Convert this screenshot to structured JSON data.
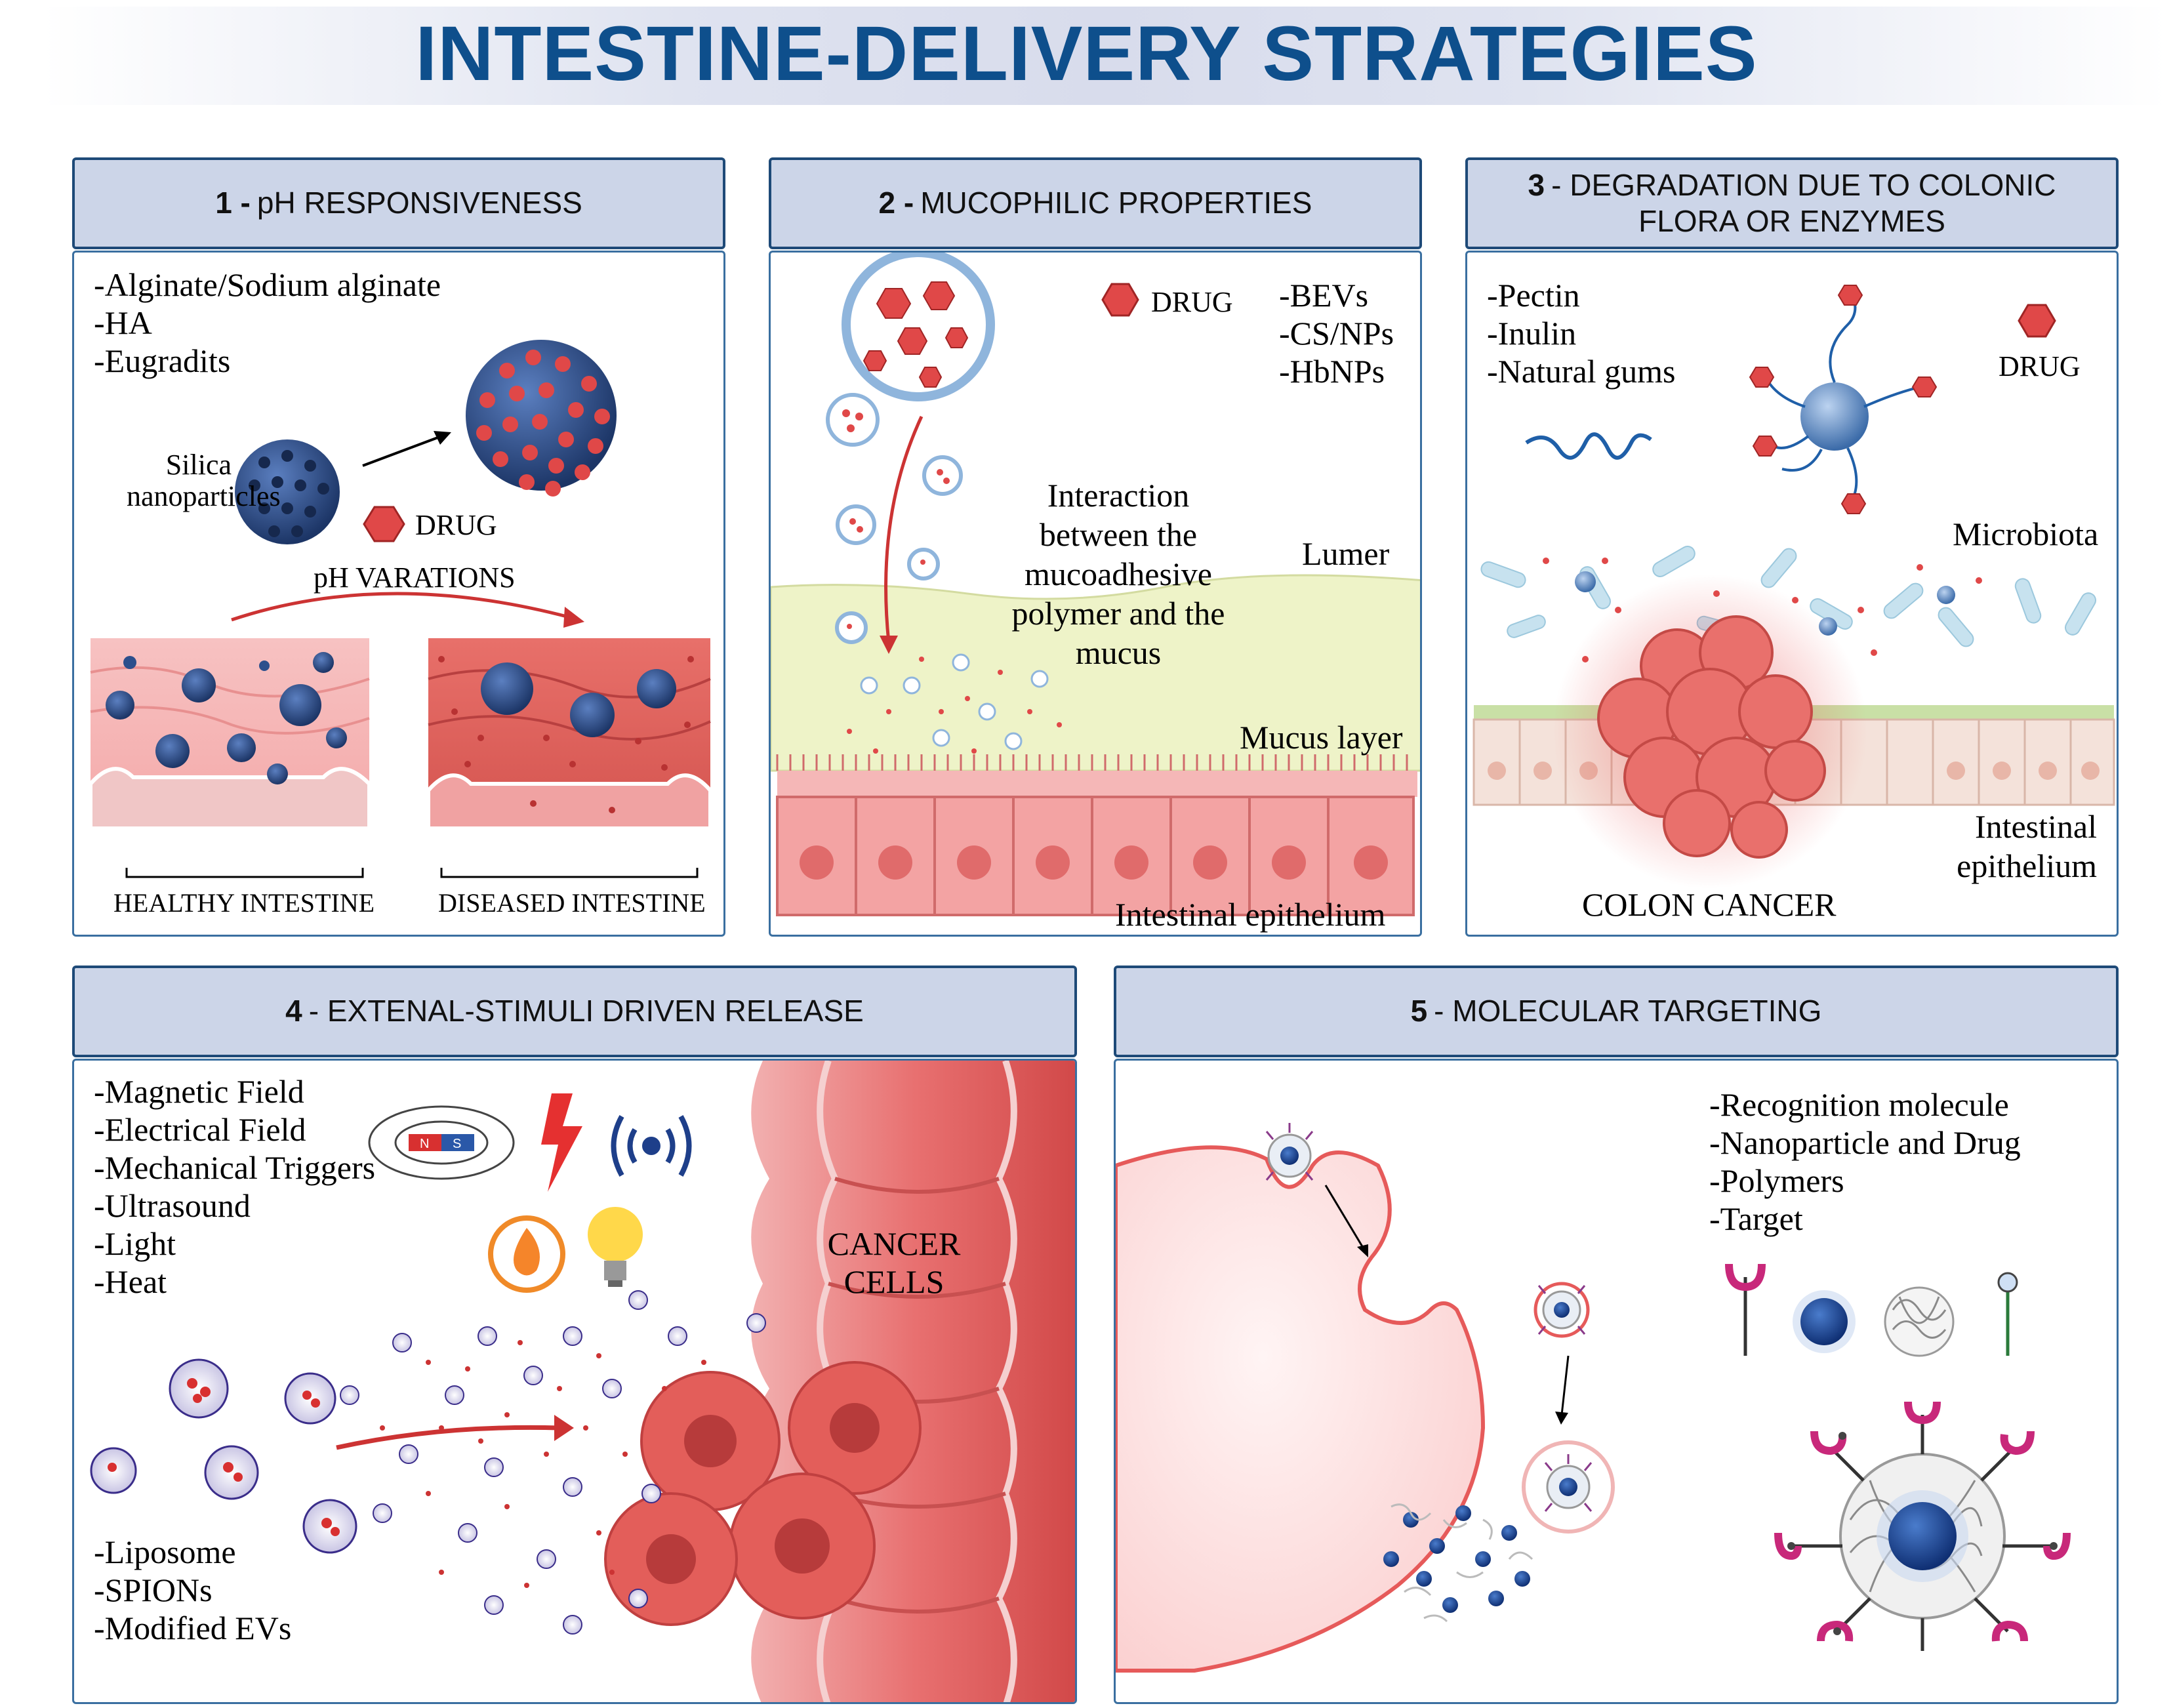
{
  "title": "INTESTINE-DELIVERY STRATEGIES",
  "panels": {
    "p1": {
      "num": "1 -",
      "title": "pH RESPONSIVENESS",
      "items": [
        "-Alginate/Sodium alginate",
        "-HA",
        "-Eugradits"
      ],
      "silica_label_1": "Silica",
      "silica_label_2": "nanoparticles",
      "drug_label": "DRUG",
      "ph_label": "pH VARATIONS",
      "healthy_label": "HEALTHY INTESTINE",
      "diseased_label": "DISEASED  INTESTINE"
    },
    "p2": {
      "num": "2 -",
      "title": "MUCOPHILIC PROPERTIES",
      "drug_label": "DRUG",
      "items": [
        "-BEVs",
        "-CS/NPs",
        "-HbNPs"
      ],
      "interaction_lines": [
        "Interaction",
        "between the",
        "mucoadhesive",
        "polymer and the",
        "mucus"
      ],
      "lumer_label": "Lumer",
      "mucus_label": "Mucus layer",
      "epithelium_label": "Intestinal epithelium"
    },
    "p3": {
      "num": "3",
      "title_line1": "- DEGRADATION DUE TO COLONIC",
      "title_line2": "FLORA OR ENZYMES",
      "items": [
        "-Pectin",
        "-Inulin",
        "-Natural gums"
      ],
      "drug_label": "DRUG",
      "microbiota_label": "Microbiota",
      "epithelium_line1": "Intestinal",
      "epithelium_line2": "epithelium",
      "cancer_label": "COLON CANCER"
    },
    "p4": {
      "num": "4",
      "title": "- EXTENAL-STIMULI DRIVEN RELEASE",
      "items": [
        "-Magnetic Field",
        "-Electrical Field",
        "-Mechanical Triggers",
        "-Ultrasound",
        "-Light",
        "-Heat"
      ],
      "carriers": [
        "-Liposome",
        "-SPIONs",
        "-Modified EVs"
      ],
      "magnet_n": "N",
      "magnet_s": "S",
      "cancer_line1": "CANCER",
      "cancer_line2": "CELLS"
    },
    "p5": {
      "num": "5",
      "title": "- MOLECULAR TARGETING",
      "items": [
        "-Recognition molecule",
        "-Nanoparticle and Drug",
        "-Polymers",
        "-Target"
      ]
    }
  },
  "icons": [
    "drug-hexagon-icon",
    "nanoparticle-icon",
    "magnet-icon",
    "lightning-icon",
    "ultrasound-icon",
    "flame-icon",
    "light-bulb-icon"
  ],
  "colors": {
    "title": "#0e4f8c",
    "header_fill": "#ccd5e8",
    "header_border": "#1e4a78",
    "drug": "#e04848",
    "nanoparticle": "#2c4f8c",
    "tissue": "#f2a6a6",
    "mucus": "#eef3c8"
  }
}
